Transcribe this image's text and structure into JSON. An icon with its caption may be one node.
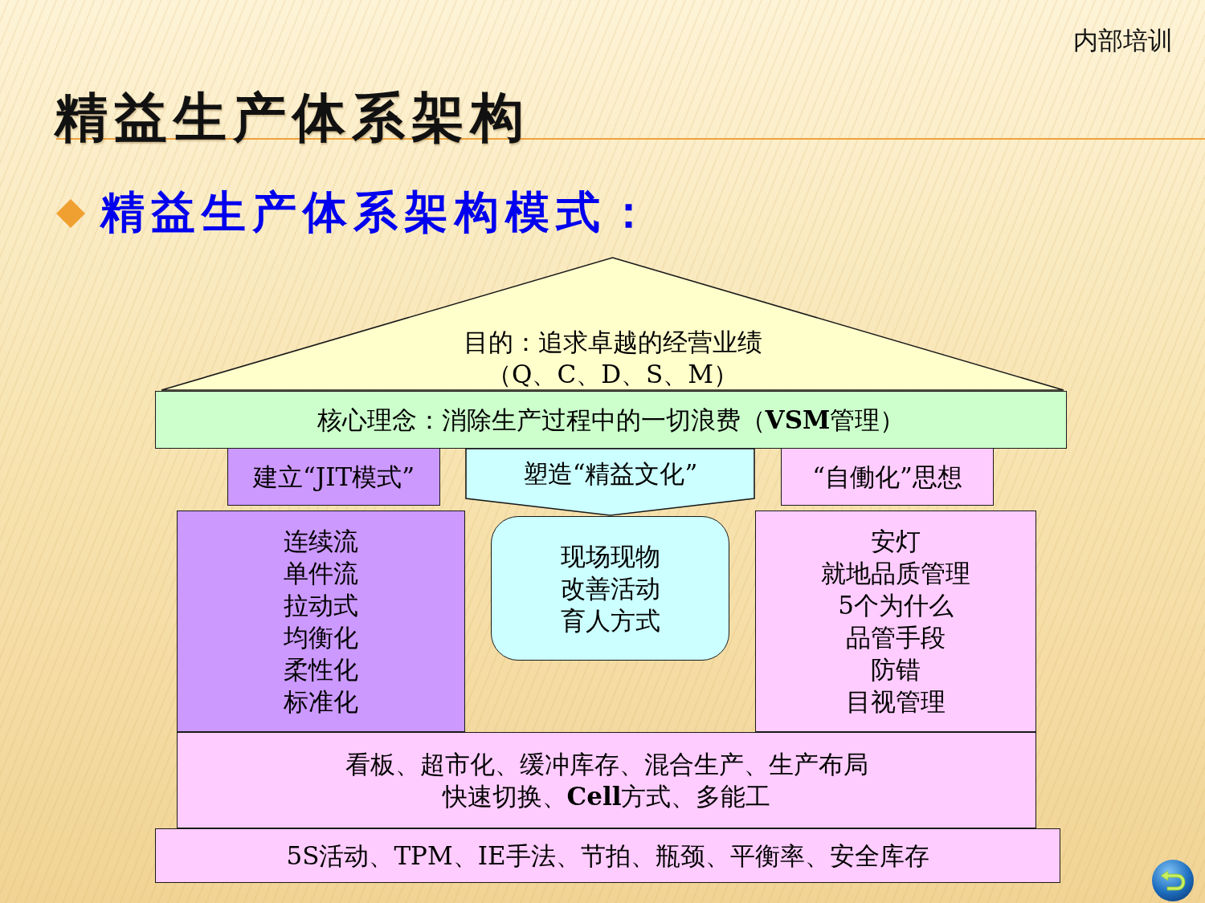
{
  "diagram": {
    "title": "精益生产体系架构",
    "nodes": [
      {
        "text": [
          "目的：追求卓越的经营业绩",
          "（Q、C、D、S、M）"
        ]
      },
      {
        "text": [
          "核心理念：消除生产过程中的一切浪费（**VSM**管理）"
        ]
      },
      {
        "text": [
          "建立“JIT模式”"
        ]
      },
      {
        "text": [
          "塑造“精益文化”"
        ]
      },
      {
        "text": [
          "“自働化”思想"
        ]
      },
      {
        "text": [
          "连续流",
          "单件流",
          "拉动式",
          "均衡化",
          "柔性化",
          "标准化"
        ]
      },
      {
        "text": [
          "现场现物",
          "改善活动",
          "育人方式"
        ]
      },
      {
        "text": [
          "安灯",
          "就地品质管理",
          "5个为什么",
          "品管手段",
          "防错",
          "目视管理"
        ]
      },
      {
        "text": [
          "看板、超市化、缓冲库存、混合生产、生产布局",
          "快速切换、**Cell**方式、多能工"
        ]
      },
      {
        "text": [
          "5S活动、TPM、IE手法、节拍、瓶颈、平衡率、安全库存"
        ]
      }
    ],
    "labels": [
      "内部培训",
      "精益生产体系架构模式："
    ]
  }
}
